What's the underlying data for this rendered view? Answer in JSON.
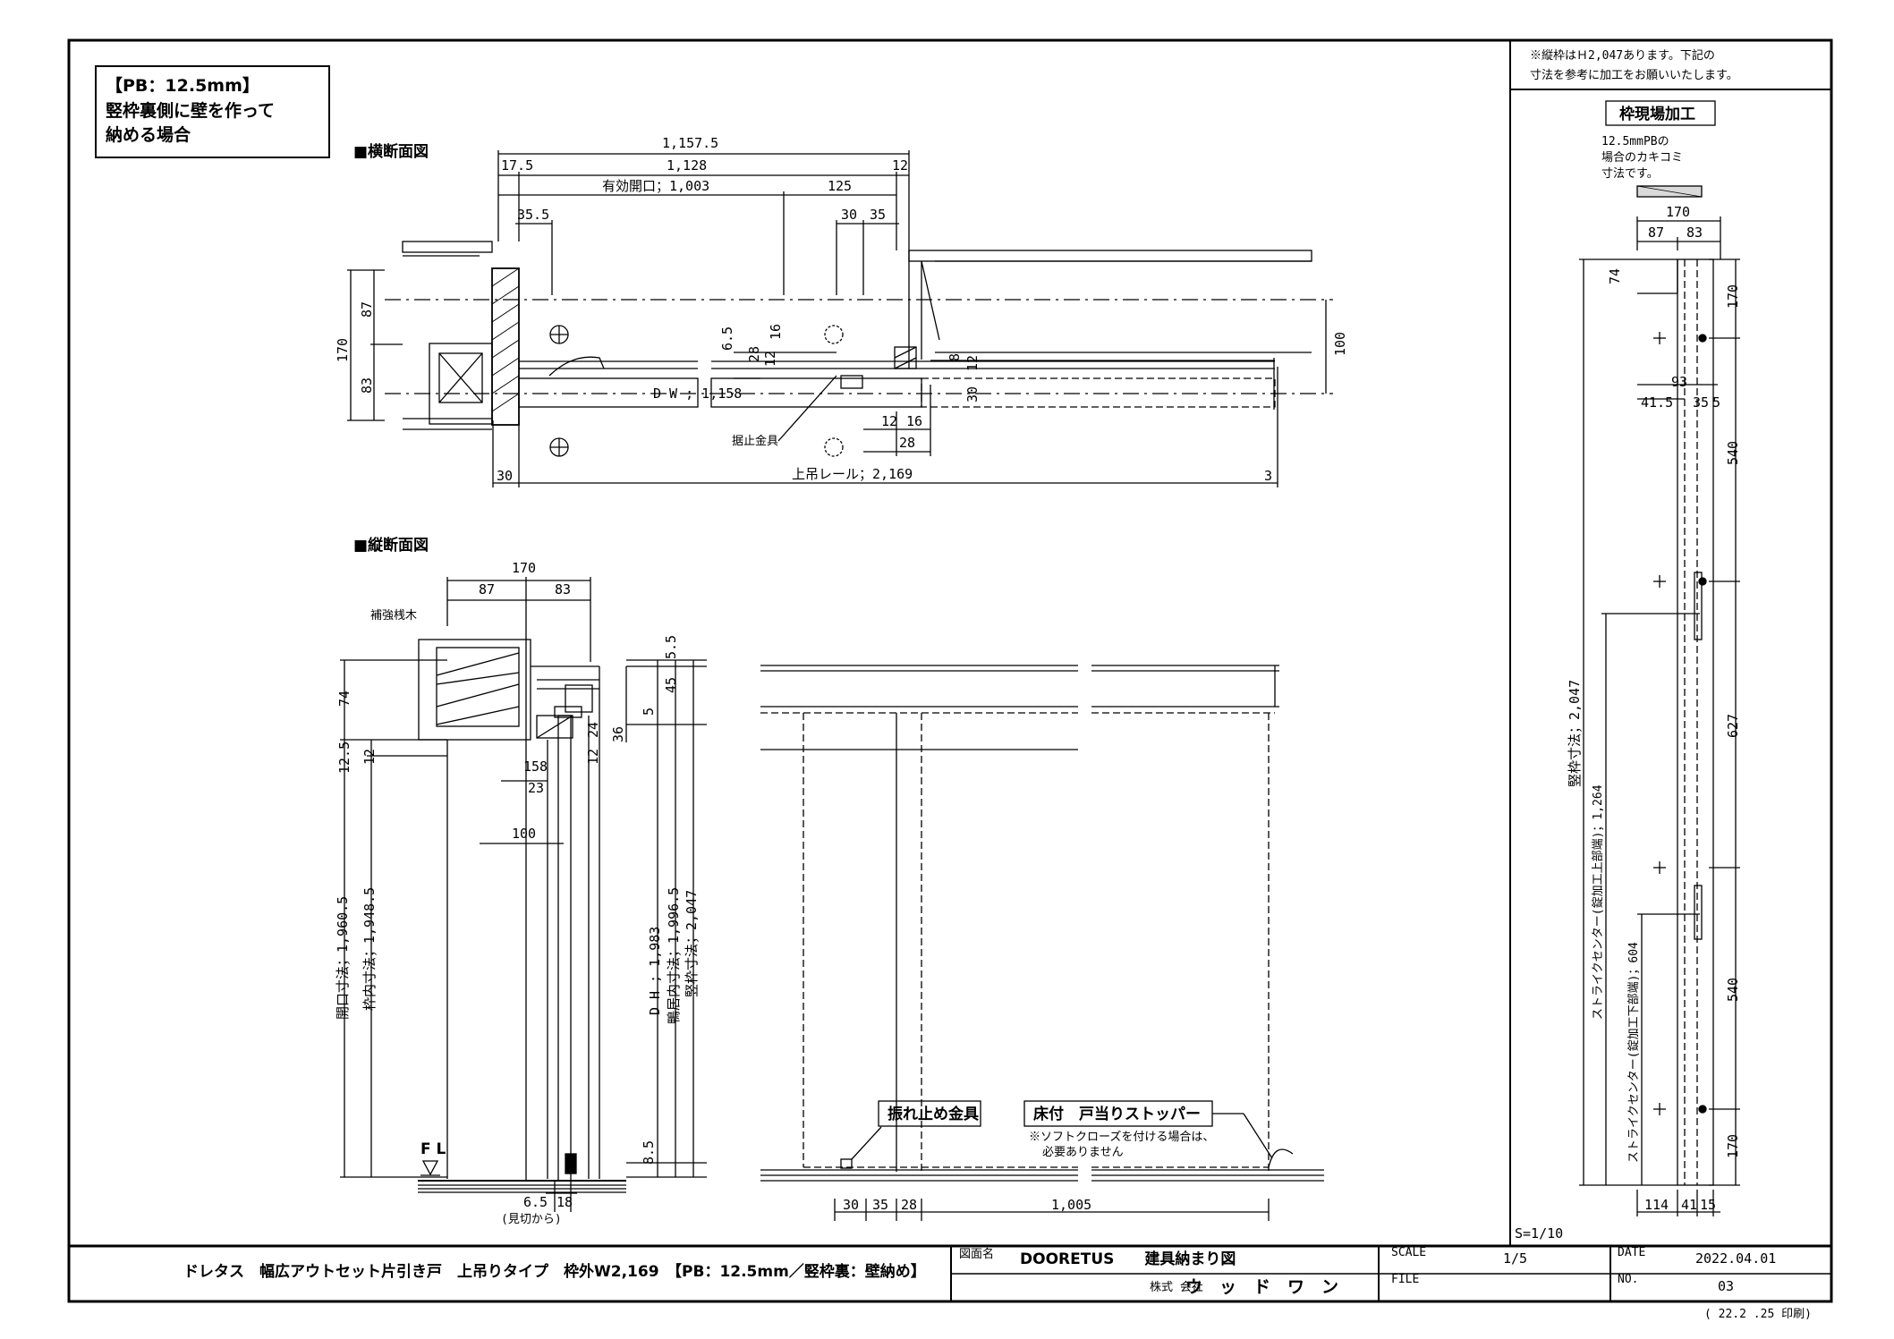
{
  "note_box": {
    "line1": "【PB：12.5mm】",
    "line2": "竪枠裏側に壁を作って",
    "line3": "納める場合"
  },
  "sections": {
    "horizontal": "■横断面図",
    "vertical": "■縦断面図"
  },
  "horizontal_dims": {
    "overall": "1,157.5",
    "left_gap": "17.5",
    "middle": "1,128",
    "right_gap": "12",
    "effective_opening": "有効開口；1,003",
    "right_125": "125",
    "left_35_5": "35.5",
    "d30": "30",
    "d35": "35",
    "h87": "87",
    "h170": "170",
    "h83": "83",
    "h100": "100",
    "d6_5": "6.5",
    "d16a": "16",
    "d28a": "28",
    "d12a": "12",
    "d8": "8",
    "d12b": "12",
    "d30b": "30",
    "dw": "D W ; 1,158",
    "d12c": "12",
    "d16b": "16",
    "d28b": "28",
    "stopper": "据止金具",
    "rail_left": "30",
    "rail": "上吊レール；2,169",
    "rail_right": "3"
  },
  "vertical_dims": {
    "w170": "170",
    "w87": "87",
    "w83": "83",
    "reinforce": "補強桟木",
    "h74": "74",
    "h12_5": "12.5",
    "h12": "12",
    "d15_8": "158",
    "d23": "23",
    "d24": "24",
    "d36": "36",
    "d12": "12",
    "d100": "100",
    "opening": "開口寸法；1,960.5",
    "inner": "枠内寸法；1,948.5",
    "dh": "D H ; 1,983",
    "sill_inner": "鴨居内寸法；1,996.5",
    "frame": "竪枠寸法；2,047",
    "h5_5": "5.5",
    "h45": "45",
    "h5": "5",
    "h8_5": "8.5",
    "fl": "F L",
    "b6_5": "6.5",
    "b18": "18",
    "view_note": "(見切から)"
  },
  "elevation": {
    "hardware": "振れ止め金具",
    "stopper_label": "床付　戸当りストッパー",
    "note1": "※ソフトクローズを付ける場合は、",
    "note2": "必要ありません",
    "b30": "30",
    "b35": "35",
    "b28": "28",
    "b1005": "1,005"
  },
  "right_panel": {
    "note1": "※縦枠はＨ2,047あります。下記の",
    "note2": "寸法を参考に加工をお願いいたします。",
    "title": "枠現場加工",
    "pb1": "12.5mmPBの",
    "pb2": "場合のカキコミ",
    "pb3": "寸法です。",
    "w170": "170",
    "w87": "87",
    "w83": "83",
    "h74": "74",
    "d93": "93",
    "d41_5": "41.5",
    "d35": "35",
    "d5": "5",
    "r170a": "170",
    "r540a": "540",
    "r627": "627",
    "r540b": "540",
    "r170b": "170",
    "frame": "竪枠寸法；2,047",
    "strike_upper": "ストライクセンター(錠加工上部端)；1,264",
    "strike_lower": "ストライクセンター(錠加工下部端)；604",
    "b114": "114",
    "b41": "41",
    "b15": "15",
    "scale": "S=1/10"
  },
  "title_block": {
    "product": "ドレタス　幅広アウトセット片引き戸　上吊りタイプ　枠外W2,169　【PB：12.5mm／竪枠裏：壁納め】",
    "drawing_label": "図面名",
    "drawing_name": "DOORETUS　　建具納まり図",
    "company_label": "株式\n会社",
    "company": "ウ　ッ　ド　ワ　ン",
    "scale_label": "SCALE",
    "scale": "1/5",
    "file_label": "FILE",
    "date_label": "DATE",
    "date": "2022.04.01",
    "no_label": "NO.",
    "no": "03",
    "printed": "( 22.2 .25 印刷)"
  }
}
